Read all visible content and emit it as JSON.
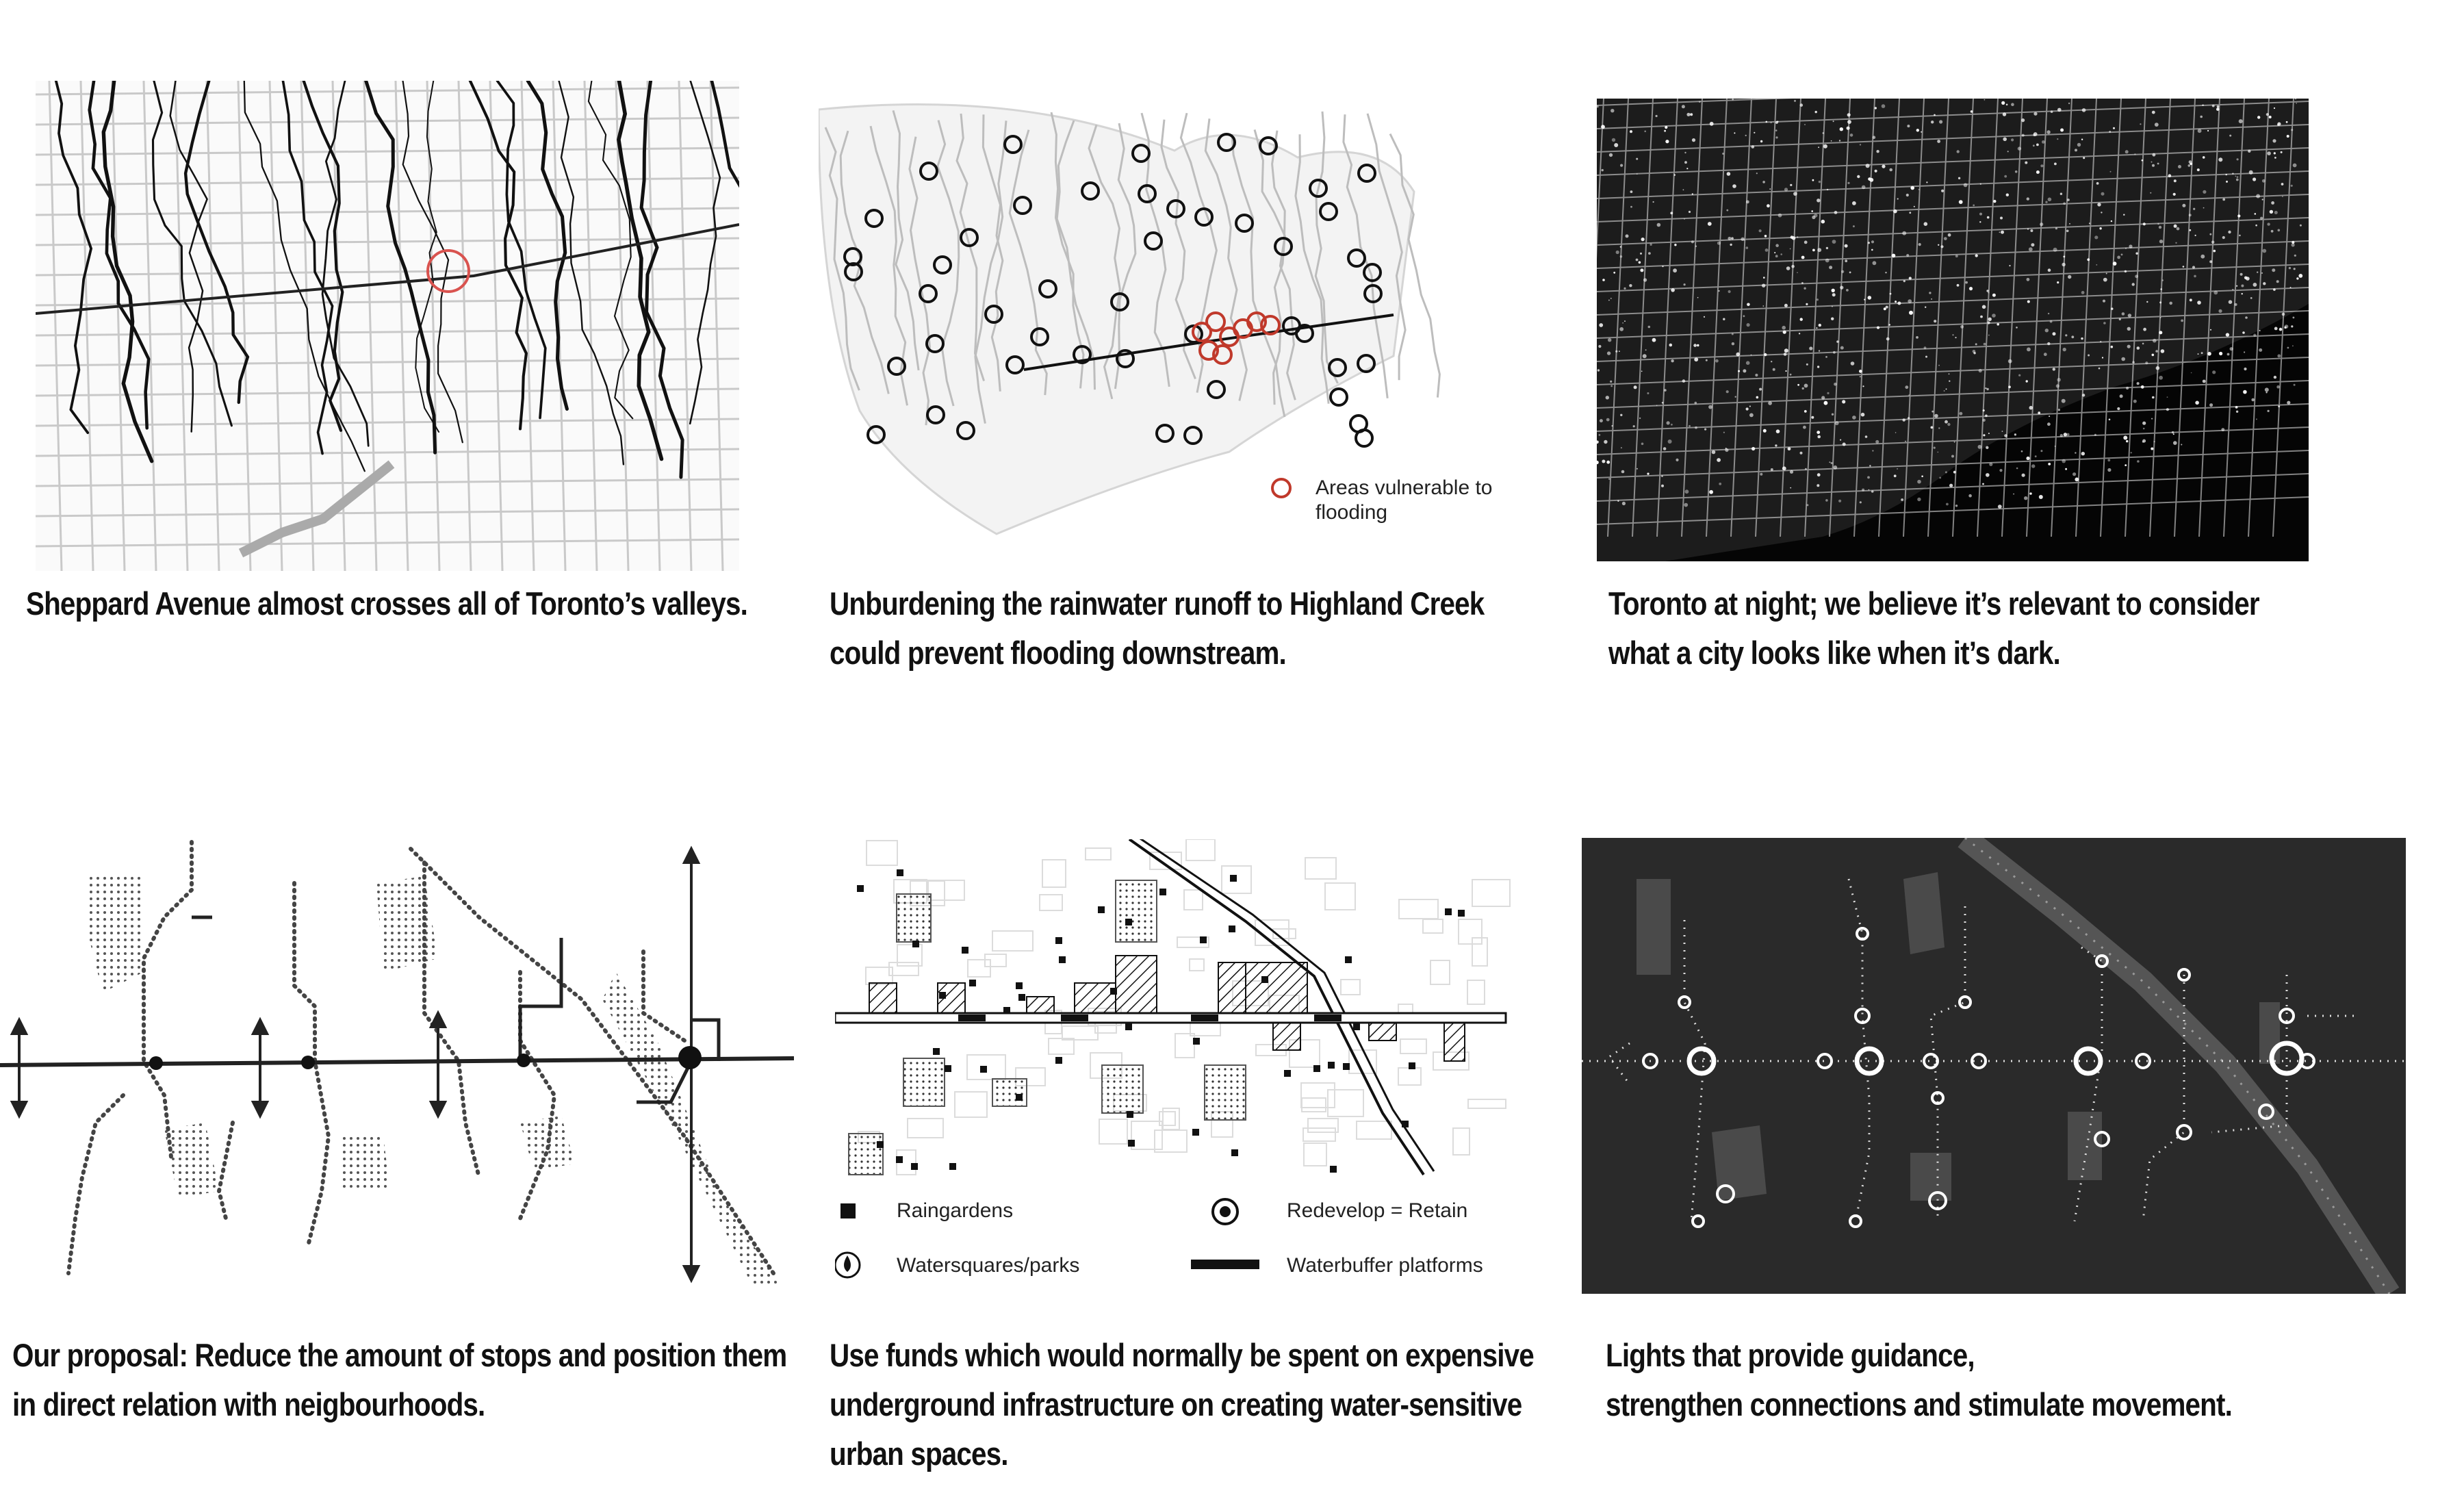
{
  "panels": [
    {
      "id": "valleys",
      "caption": [
        "Sheppard Avenue almost crosses all of Toronto’s valleys."
      ]
    },
    {
      "id": "flooding",
      "caption": [
        "Unburdening the rainwater runoff to Highland Creek",
        "could prevent flooding downstream."
      ],
      "legend": {
        "vulnerable": "Areas vulnerable to",
        "vulnerable2": "flooding"
      }
    },
    {
      "id": "night",
      "caption": [
        "Toronto at night; we believe it’s relevant to consider",
        "what a city looks like when it’s dark."
      ]
    },
    {
      "id": "stops",
      "caption": [
        "Our proposal: Reduce the amount of stops and position them",
        "in direct relation with neigbourhoods."
      ]
    },
    {
      "id": "water",
      "caption": [
        "Use funds which would normally be spent on expensive",
        "underground infrastructure on creating water-sensitive",
        "urban spaces."
      ],
      "legend": {
        "raingardens": "Raingardens",
        "redevelop": "Redevelop = Retain",
        "watersquares": "Watersquares/parks",
        "waterbuffer": "Waterbuffer platforms"
      }
    },
    {
      "id": "lights",
      "caption": [
        "Lights that provide guidance,",
        "strengthen connections and stimulate movement."
      ]
    }
  ],
  "colors": {
    "river": "#111111",
    "grid": "#c8c8c8",
    "flood_marker": "#c0392b",
    "night_bg": "#050505",
    "lights_bg": "#2a2a2a"
  }
}
